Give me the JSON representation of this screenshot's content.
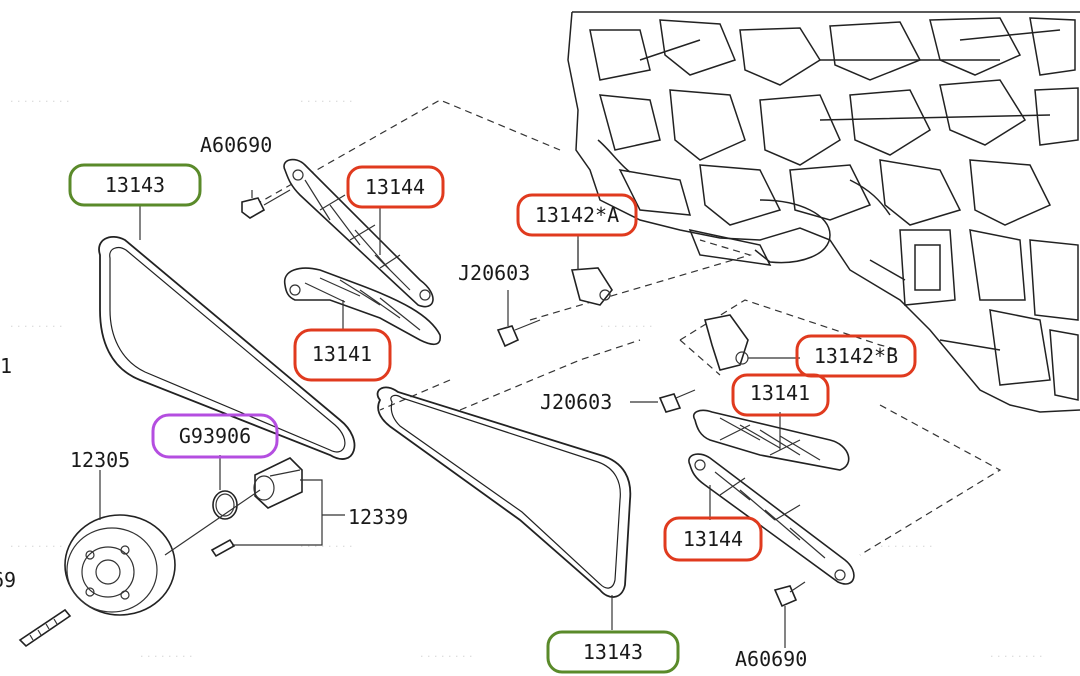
{
  "callouts": [
    {
      "id": "c1",
      "label": "13143",
      "color": "#5a8a2a"
    },
    {
      "id": "c2",
      "label": "13144",
      "color": "#e03a1e"
    },
    {
      "id": "c3",
      "label": "13142*A",
      "color": "#e03a1e"
    },
    {
      "id": "c4",
      "label": "13141",
      "color": "#e03a1e"
    },
    {
      "id": "c5",
      "label": "13142*B",
      "color": "#e03a1e"
    },
    {
      "id": "c6",
      "label": "13141",
      "color": "#e03a1e"
    },
    {
      "id": "c7",
      "label": "G93906",
      "color": "#b44ee0"
    },
    {
      "id": "c8",
      "label": "13144",
      "color": "#e03a1e"
    },
    {
      "id": "c9",
      "label": "13143",
      "color": "#5a8a2a"
    }
  ],
  "labels": {
    "a60690_top": "A60690",
    "j20603_top": "J20603",
    "j20603_mid": "J20603",
    "p12305": "12305",
    "p12339": "12339",
    "a60690_bottom": "A60690",
    "edge_left_top": "1",
    "edge_left_bottom": "69"
  }
}
